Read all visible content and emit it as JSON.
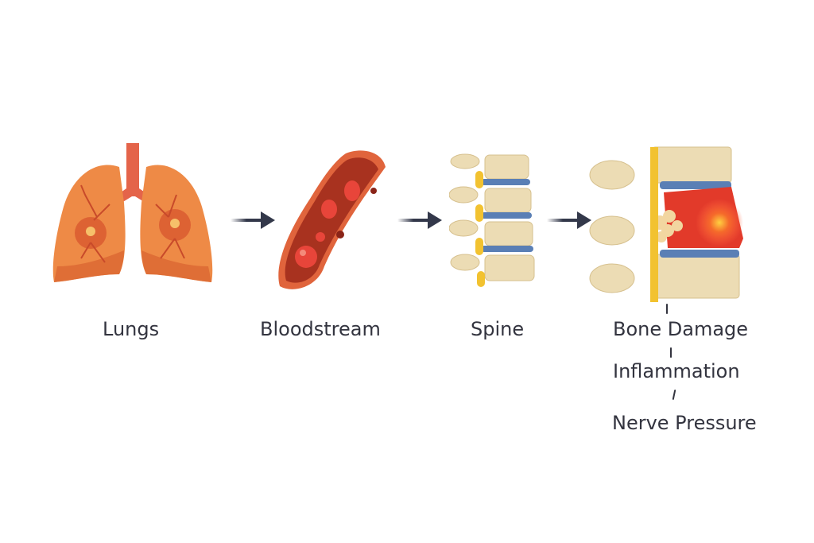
{
  "diagram": {
    "type": "flow",
    "stages": [
      {
        "id": "lungs",
        "label": "Lungs",
        "icon": "lungs-icon"
      },
      {
        "id": "bloodstream",
        "label": "Bloodstream",
        "icon": "blood-vessel-icon"
      },
      {
        "id": "spine",
        "label": "Spine",
        "icon": "spine-icon"
      },
      {
        "id": "damaged-spine",
        "label": "",
        "icon": "damaged-spine-icon"
      }
    ],
    "effects": [
      "Bone Damage",
      "Inflammation",
      "Nerve Pressure"
    ],
    "colors": {
      "lung": "#e8783a",
      "vessel": "#b8392a",
      "blood_cell": "#e8453a",
      "bone": "#ecdcb4",
      "disc": "#5a7fb5",
      "nerve": "#f2c230",
      "lesion": "#e23a2a",
      "arrow": "#33384a",
      "text": "#33343f"
    }
  }
}
